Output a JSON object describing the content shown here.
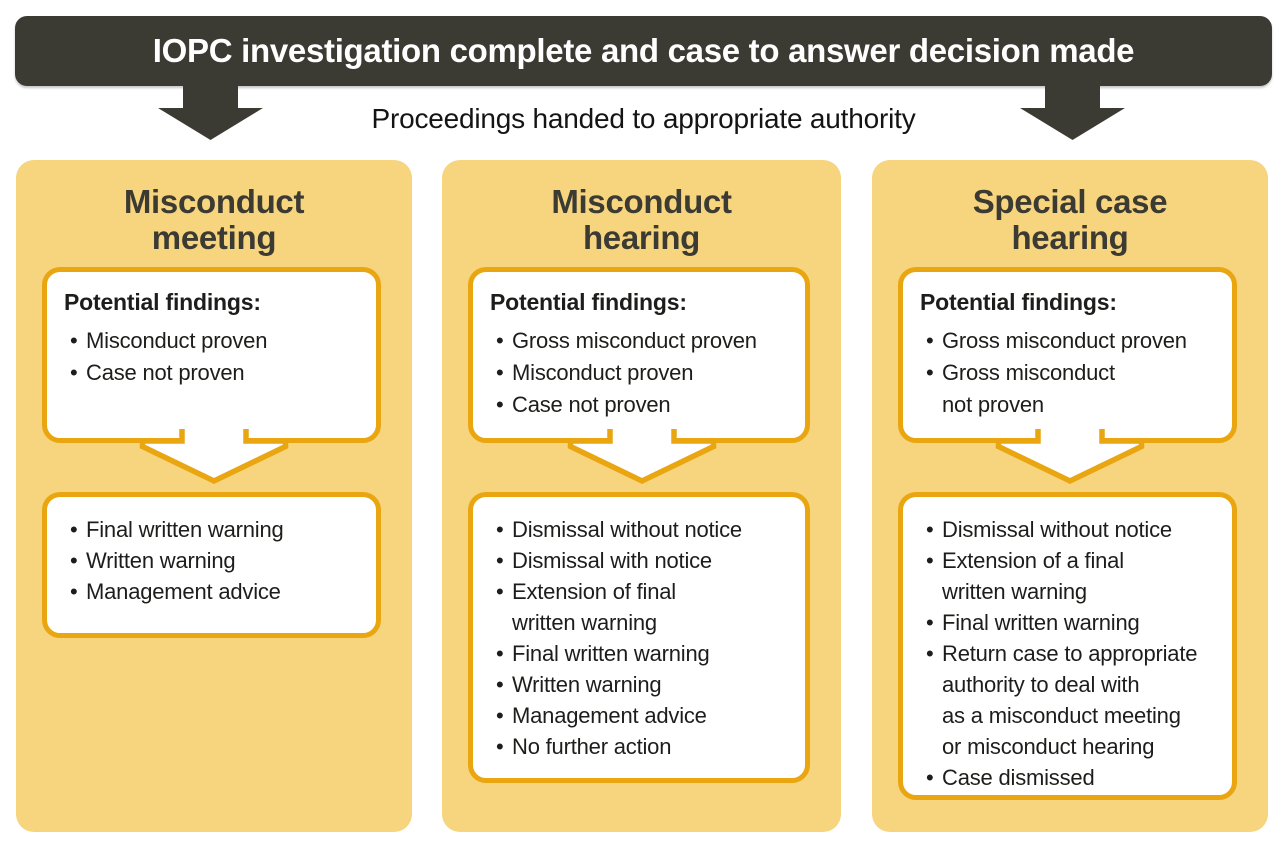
{
  "banner": {
    "title": "IOPC investigation complete and case to answer decision made"
  },
  "subtitle": "Proceedings handed to appropriate authority",
  "icons": {
    "left_arrow": "down-arrow",
    "right_arrow": "down-arrow",
    "connector": "down-arrow-connector"
  },
  "colors": {
    "panel": "#F7D57E",
    "gold": "#E9A611",
    "dark": "#3C3B33",
    "text": "#1D1D1B",
    "box_bg": "#FFFFFF",
    "banner_text": "#FFFFFF"
  },
  "columns": [
    {
      "title": "Misconduct\nmeeting",
      "findings_heading": "Potential findings:",
      "findings": [
        "Misconduct proven",
        "Case not proven"
      ],
      "outcomes": [
        "Final written warning",
        "Written warning",
        "Management advice"
      ]
    },
    {
      "title": "Misconduct\nhearing",
      "findings_heading": "Potential findings:",
      "findings": [
        "Gross misconduct proven",
        "Misconduct proven",
        "Case not proven"
      ],
      "outcomes": [
        "Dismissal without notice",
        "Dismissal with notice",
        "Extension of final\nwritten warning",
        "Final written warning",
        "Written warning",
        "Management advice",
        "No further action"
      ]
    },
    {
      "title": "Special case\nhearing",
      "findings_heading": "Potential findings:",
      "findings": [
        "Gross misconduct proven",
        "Gross misconduct\nnot proven"
      ],
      "outcomes": [
        "Dismissal without notice",
        "Extension of a final\nwritten warning",
        "Final written warning",
        "Return case to appropriate\nauthority to deal with\nas a misconduct meeting\nor misconduct hearing",
        "Case dismissed"
      ]
    }
  ]
}
